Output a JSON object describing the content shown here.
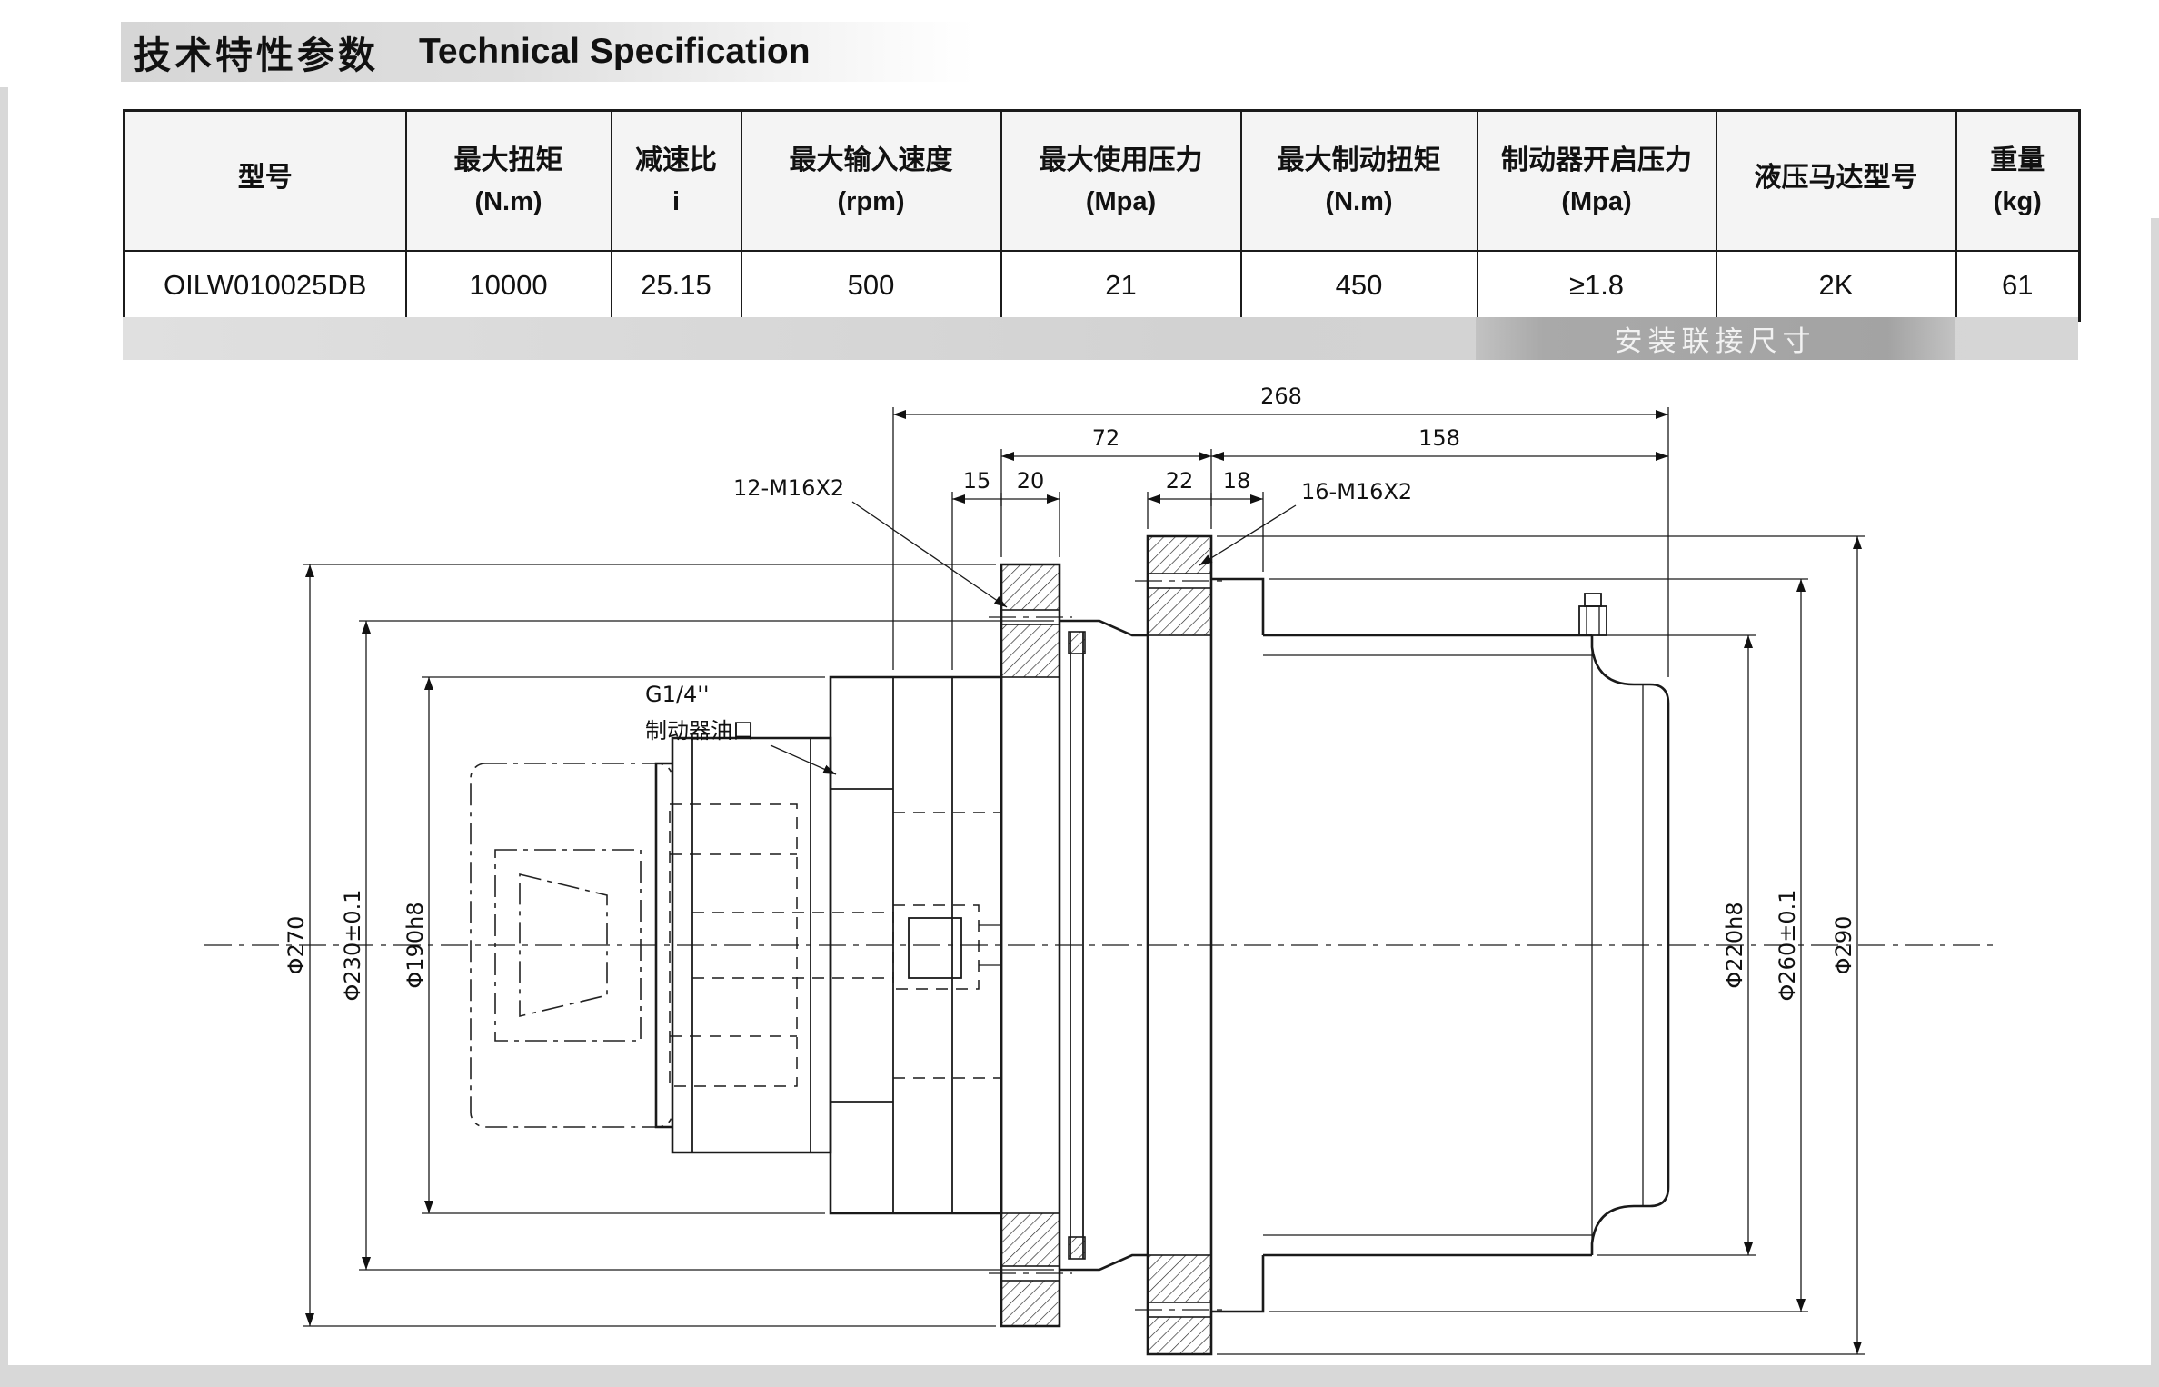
{
  "header": {
    "title_zh": "技术特性参数",
    "title_en": "Technical Specification"
  },
  "table": {
    "headers": [
      {
        "line1": "型号",
        "line2": ""
      },
      {
        "line1": "最大扭矩",
        "line2": "(N.m)"
      },
      {
        "line1": "减速比",
        "line2": "i"
      },
      {
        "line1": "最大输入速度",
        "line2": "(rpm)"
      },
      {
        "line1": "最大使用压力",
        "line2": "(Mpa)"
      },
      {
        "line1": "最大制动扭矩",
        "line2": "(N.m)"
      },
      {
        "line1": "制动器开启压力",
        "line2": "(Mpa)"
      },
      {
        "line1": "液压马达型号",
        "line2": ""
      },
      {
        "line1": "重量",
        "line2": "(kg)"
      }
    ],
    "row": [
      "OILW010025DB",
      "10000",
      "25.15",
      "500",
      "21",
      "450",
      "≥1.8",
      "2K",
      "61"
    ]
  },
  "banner": {
    "label": "安装联接尺寸"
  },
  "drawing": {
    "dims": {
      "total_length": "268",
      "front_section": "72",
      "rear_section": "158",
      "step_15": "15",
      "step_20": "20",
      "step_22": "22",
      "step_18": "18",
      "dia_270": "Φ270",
      "dia_230": "Φ230±0.1",
      "dia_190": "Φ190h8",
      "dia_220": "Φ220h8",
      "dia_260": "Φ260±0.1",
      "dia_290": "Φ290"
    },
    "labels": {
      "bolts_left": "12-M16X2",
      "bolts_right": "16-M16X2",
      "port_thread": "G1/4''",
      "port_name": "制动器油口"
    },
    "colors": {
      "line": "#1a1a1a",
      "banner_dark": "#a3a3a3",
      "table_header_bg": "#f4f4f4"
    }
  }
}
